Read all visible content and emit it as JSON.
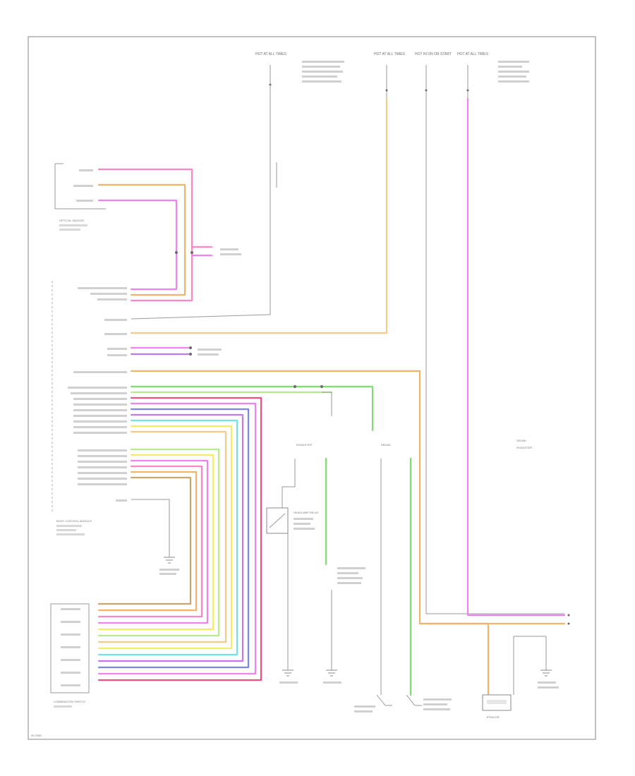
{
  "colors": {
    "pink": "#ff86c4",
    "orange": "#f0b46e",
    "magenta": "#ee82ee",
    "violet": "#c07ae8",
    "light_orange": "#f6cb8a",
    "tan": "#e8cf96",
    "green": "#7ede6e",
    "light_green": "#b4ec8e",
    "red": "#f0507a",
    "yellow": "#f4ec64",
    "cyan": "#72e2e6",
    "blue": "#7a86ee",
    "gray": "#9a9a9a"
  },
  "labels": {
    "fuse_top_a": "HOT AT ALL TIMES",
    "fuse_top_b": "HOT AT ALL TIMES",
    "fuse_top_c": "HOT IN ON OR START",
    "fuse_top_d": "HOT AT ALL TIMES",
    "optical_sensor": "OPTICAL SENSOR",
    "bcm": "BODY CONTROL MODULE",
    "combination_switch": "COMBINATION SWITCH",
    "headlamp_relay": "HEADLAMP RELAY",
    "ipdm": "IPDM E/R",
    "legend_sedan": "SEDAN",
    "legend_roadster": "ROADSTER",
    "footer": "W/ 2WD"
  }
}
